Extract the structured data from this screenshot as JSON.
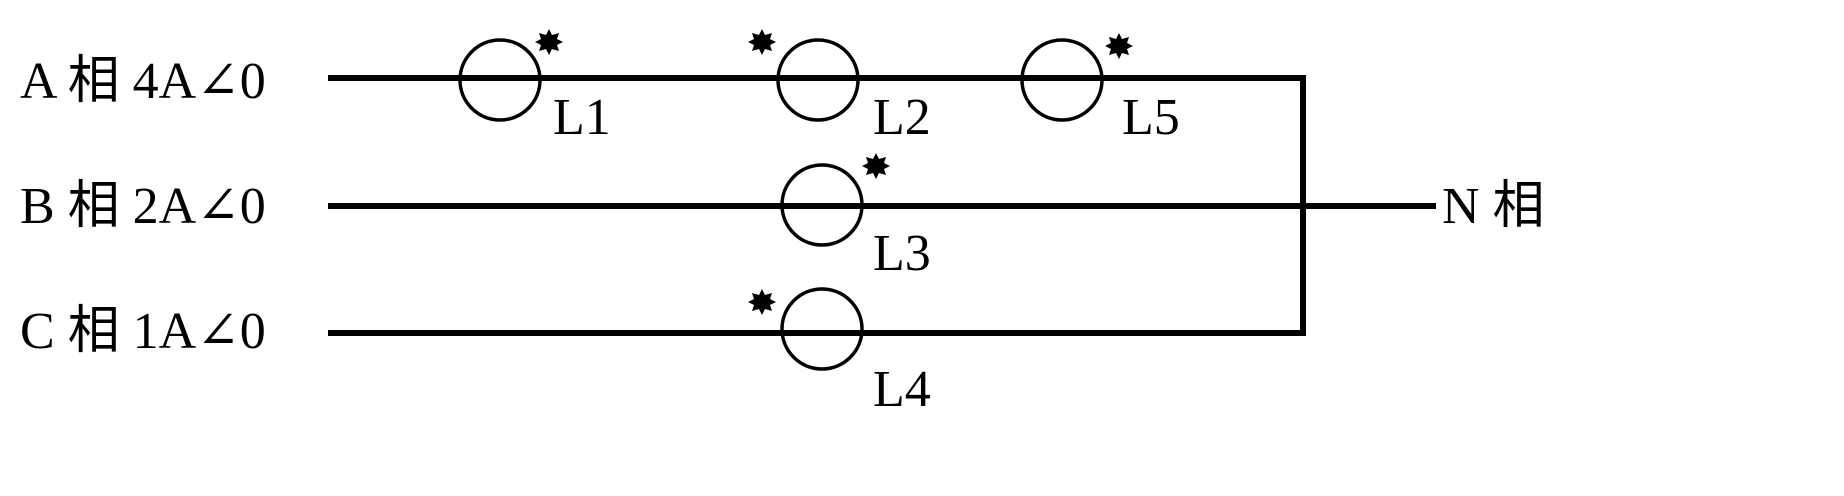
{
  "phases": [
    {
      "id": "A",
      "label": "A 相 4A∠0"
    },
    {
      "id": "B",
      "label": "B 相 2A∠0"
    },
    {
      "id": "C",
      "label": "C 相 1A∠0"
    }
  ],
  "neutral": {
    "label": "N 相"
  },
  "transformers": [
    {
      "id": "L1",
      "label": "L1",
      "phase": "A",
      "polarity_mark": "right"
    },
    {
      "id": "L2",
      "label": "L2",
      "phase": "A",
      "polarity_mark": "left"
    },
    {
      "id": "L5",
      "label": "L5",
      "phase": "A",
      "polarity_mark": "right"
    },
    {
      "id": "L3",
      "label": "L3",
      "phase": "B",
      "polarity_mark": "right"
    },
    {
      "id": "L4",
      "label": "L4",
      "phase": "C",
      "polarity_mark": "left"
    }
  ],
  "colors": {
    "line": "#000000",
    "background": "#ffffff"
  }
}
